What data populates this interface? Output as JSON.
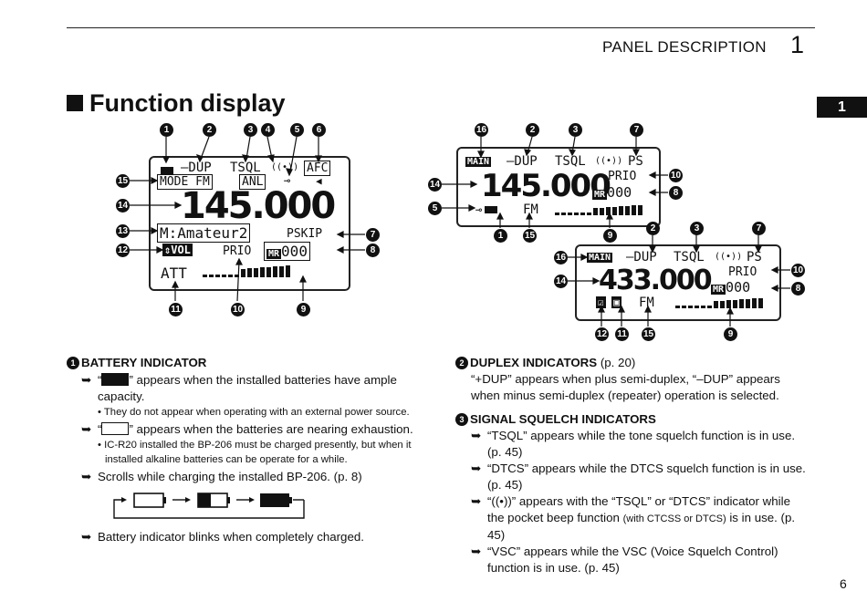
{
  "header": {
    "title": "PANEL DESCRIPTION",
    "chapter": "1",
    "tab": "1"
  },
  "section_title": "Function display",
  "page_number": "6",
  "display1": {
    "battery_label": "▄▄",
    "dup": "–DUP",
    "tsql": "TSQL",
    "beep": "((•))",
    "afc": "AFC",
    "mode_label": "MODE",
    "mode_value": "FM",
    "anl": "ANL",
    "freq": "145.000",
    "memory_name": "M:Amateur2",
    "pskip": "PSKIP",
    "vol": "VOL",
    "prio": "PRIO",
    "mr": "MR",
    "channel": "000",
    "att": "ATT",
    "callouts_top": [
      "1",
      "2",
      "3",
      "4",
      "5",
      "6"
    ],
    "callouts_left": [
      "15",
      "14",
      "13",
      "12"
    ],
    "callouts_right": [
      "7",
      "8"
    ],
    "callouts_bottom": [
      "11",
      "10",
      "9"
    ]
  },
  "display2": {
    "main": "MAIN",
    "dup": "–DUP",
    "tsql": "TSQL",
    "beep": "((•))",
    "ps": "PS",
    "freq": "145.000",
    "prio": "PRIO",
    "mr": "MR",
    "channel": "000",
    "mode": "FM",
    "callouts_top": [
      "16",
      "2",
      "3",
      "7"
    ],
    "callouts_side": [
      "14",
      "5",
      "10",
      "8"
    ],
    "callouts_bottom": [
      "1",
      "15",
      "9"
    ]
  },
  "display3": {
    "main": "MAIN",
    "dup": "–DUP",
    "tsql": "TSQL",
    "beep": "((•))",
    "ps": "PS",
    "freq": "433.000",
    "prio": "PRIO",
    "mr": "MR",
    "channel": "000",
    "mode": "FM",
    "callouts_top": [
      "2",
      "3",
      "7"
    ],
    "callouts_side": [
      "16",
      "14",
      "10",
      "8"
    ],
    "callouts_bottom": [
      "12",
      "11",
      "15",
      "9"
    ]
  },
  "left_column": {
    "heading_num": "1",
    "heading": "BATTERY INDICATOR",
    "item1_a": "“",
    "item1_b": "” appears when the installed batteries have ample capacity.",
    "note1": "• They do not appear when operating with an external power source.",
    "item2_a": "“",
    "item2_b": "” appears when the batteries are nearing exhaustion.",
    "note2": "• IC-R20 installed the BP-206 must be charged presently, but when it installed alkaline batteries can be operate for a while.",
    "item3": "Scrolls while charging the installed BP-206. (p. 8)",
    "item4": "Battery indicator blinks when completely charged."
  },
  "right_column": {
    "h1_num": "2",
    "h1": "DUPLEX INDICATORS",
    "h1_ref": " (p. 20)",
    "p1": "“+DUP” appears when plus semi-duplex, “–DUP” appears when minus semi-duplex (repeater) operation is selected.",
    "h2_num": "3",
    "h2": "SIGNAL SQUELCH INDICATORS",
    "b1": "“TSQL” appears while the tone squelch function is in use. (p. 45)",
    "b2": "“DTCS” appears while the DTCS squelch function is in use. (p. 45)",
    "b3_a": "“((•))” appears with the “TSQL” or “DTCS” indicator while the pocket beep function ",
    "b3_small": "(with CTCSS or DTCS)",
    "b3_b": " is in use. (p. 45)",
    "b4": "“VSC” appears while the VSC (Voice Squelch Control) function is in use. (p. 45)"
  },
  "arrow_glyph": "➥"
}
